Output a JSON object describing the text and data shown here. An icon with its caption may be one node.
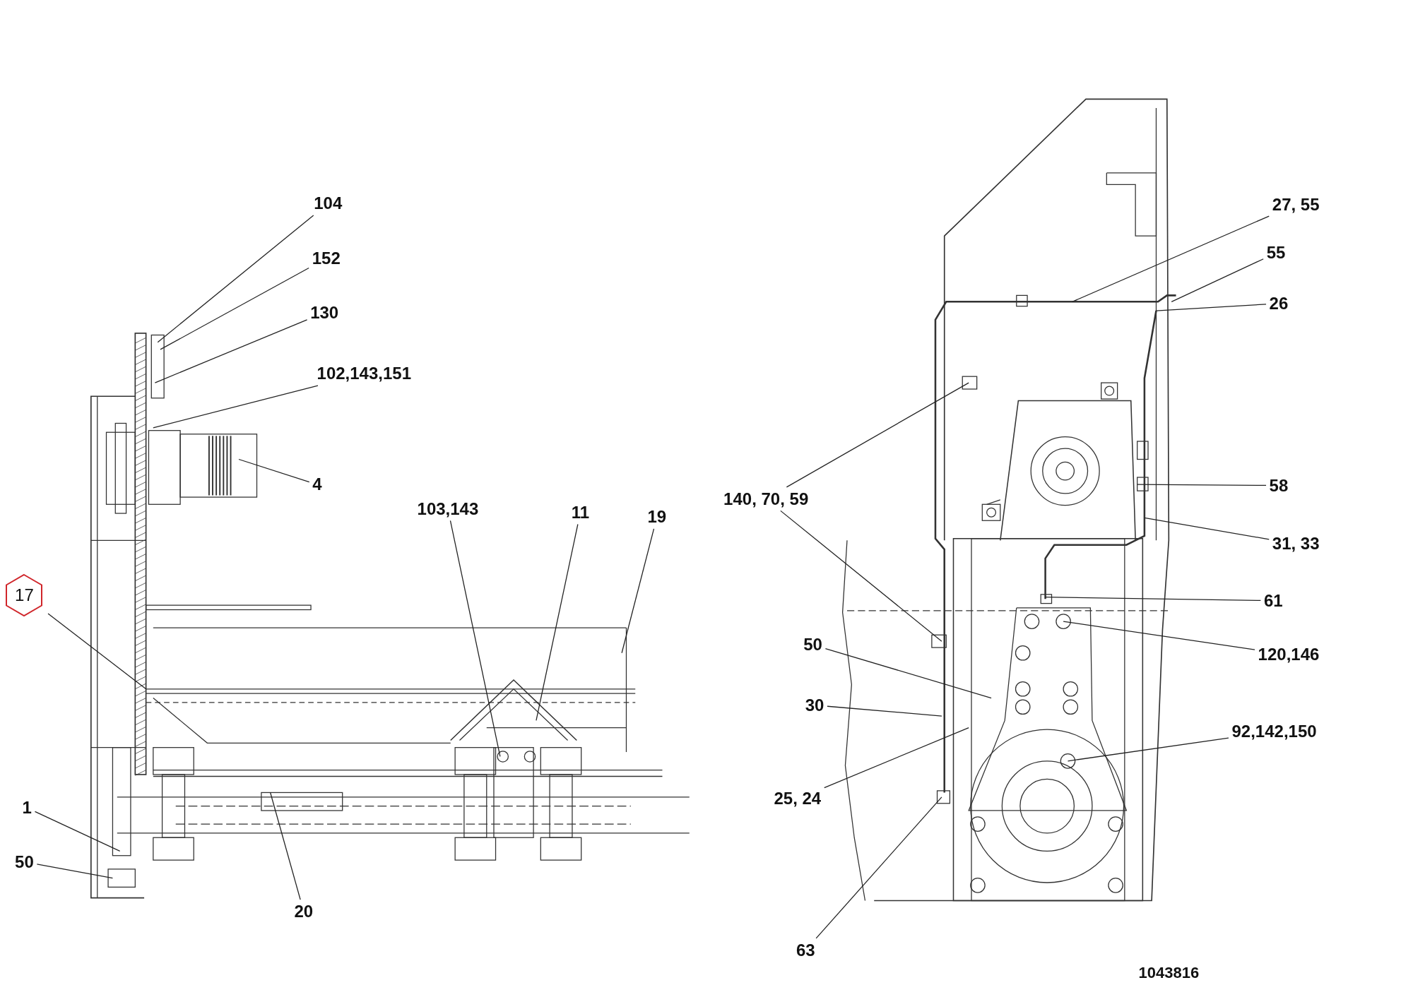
{
  "diagram": {
    "nodes": [
      {
        "text": [
          "104"
        ]
      },
      {
        "text": [
          "152"
        ]
      },
      {
        "text": [
          "130"
        ]
      },
      {
        "text": [
          "102,143,151"
        ]
      },
      {
        "text": [
          "4"
        ]
      },
      {
        "text": [
          "103,143"
        ]
      },
      {
        "text": [
          "11"
        ]
      },
      {
        "text": [
          "19"
        ]
      },
      {
        "text": [
          "17"
        ]
      },
      {
        "text": [
          "1"
        ]
      },
      {
        "text": [
          "50"
        ]
      },
      {
        "text": [
          "20"
        ]
      },
      {
        "text": [
          "27, 55"
        ]
      },
      {
        "text": [
          "55"
        ]
      },
      {
        "text": [
          "26"
        ]
      },
      {
        "text": [
          "140, 70, 59"
        ]
      },
      {
        "text": [
          "58"
        ]
      },
      {
        "text": [
          "31, 33"
        ]
      },
      {
        "text": [
          "61"
        ]
      },
      {
        "text": [
          "120,146"
        ]
      },
      {
        "text": [
          "50"
        ]
      },
      {
        "text": [
          "30"
        ]
      },
      {
        "text": [
          "92,142,150"
        ]
      },
      {
        "text": [
          "25, 24"
        ]
      },
      {
        "text": [
          "63"
        ]
      }
    ],
    "edges": [
      {
        "from": 0,
        "to": null,
        "arrow": "none"
      },
      {
        "from": 1,
        "to": null,
        "arrow": "none"
      },
      {
        "from": 2,
        "to": null,
        "arrow": "none"
      },
      {
        "from": 3,
        "to": null,
        "arrow": "none"
      },
      {
        "from": 4,
        "to": null,
        "arrow": "none"
      },
      {
        "from": 5,
        "to": null,
        "arrow": "none"
      },
      {
        "from": 6,
        "to": null,
        "arrow": "none"
      },
      {
        "from": 7,
        "to": null,
        "arrow": "none"
      },
      {
        "from": 8,
        "to": null,
        "arrow": "none"
      },
      {
        "from": 9,
        "to": null,
        "arrow": "none"
      },
      {
        "from": 10,
        "to": null,
        "arrow": "none"
      },
      {
        "from": 11,
        "to": null,
        "arrow": "none"
      },
      {
        "from": 12,
        "to": null,
        "arrow": "none"
      },
      {
        "from": 13,
        "to": null,
        "arrow": "none"
      },
      {
        "from": 14,
        "to": null,
        "arrow": "none"
      },
      {
        "from": 15,
        "to": null,
        "arrow": "none"
      },
      {
        "from": 15,
        "to": null,
        "arrow": "none"
      },
      {
        "from": 16,
        "to": null,
        "arrow": "none"
      },
      {
        "from": 17,
        "to": null,
        "arrow": "none"
      },
      {
        "from": 18,
        "to": null,
        "arrow": "none"
      },
      {
        "from": 19,
        "to": null,
        "arrow": "none"
      },
      {
        "from": 20,
        "to": null,
        "arrow": "none"
      },
      {
        "from": 21,
        "to": null,
        "arrow": "none"
      },
      {
        "from": 22,
        "to": null,
        "arrow": "none"
      },
      {
        "from": 23,
        "to": null,
        "arrow": "none"
      },
      {
        "from": 24,
        "to": null,
        "arrow": "none"
      }
    ],
    "labels": [
      "1043816"
    ]
  }
}
